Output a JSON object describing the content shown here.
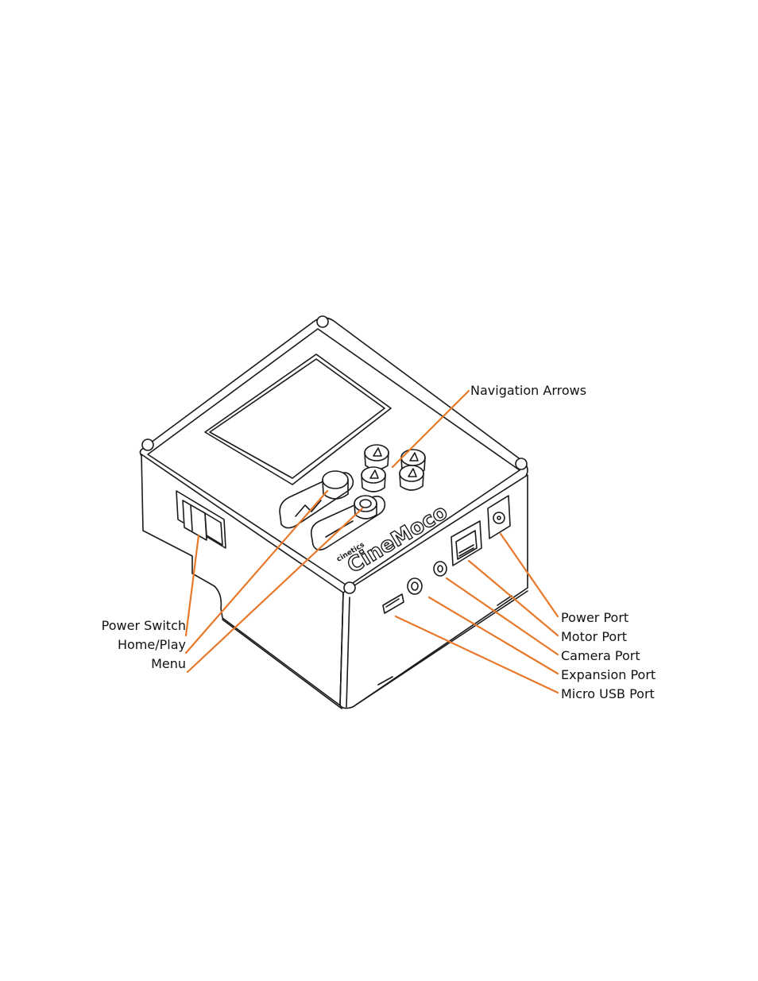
{
  "labels": {
    "navigation_arrows": "Navigation Arrows",
    "power_switch": "Power Switch",
    "home_play": "Home/Play",
    "menu": "Menu",
    "power_port": "Power Port",
    "motor_port": "Motor Port",
    "camera_port": "Camera Port",
    "expansion_port": "Expansion Port",
    "micro_usb_port": "Micro USB Port"
  },
  "device": {
    "logo": "CineMoco",
    "logo_sub": "cinetics"
  },
  "colors": {
    "leader_line": "#e8782a",
    "outline": "#1a1a1a",
    "label_text": "#111111"
  }
}
